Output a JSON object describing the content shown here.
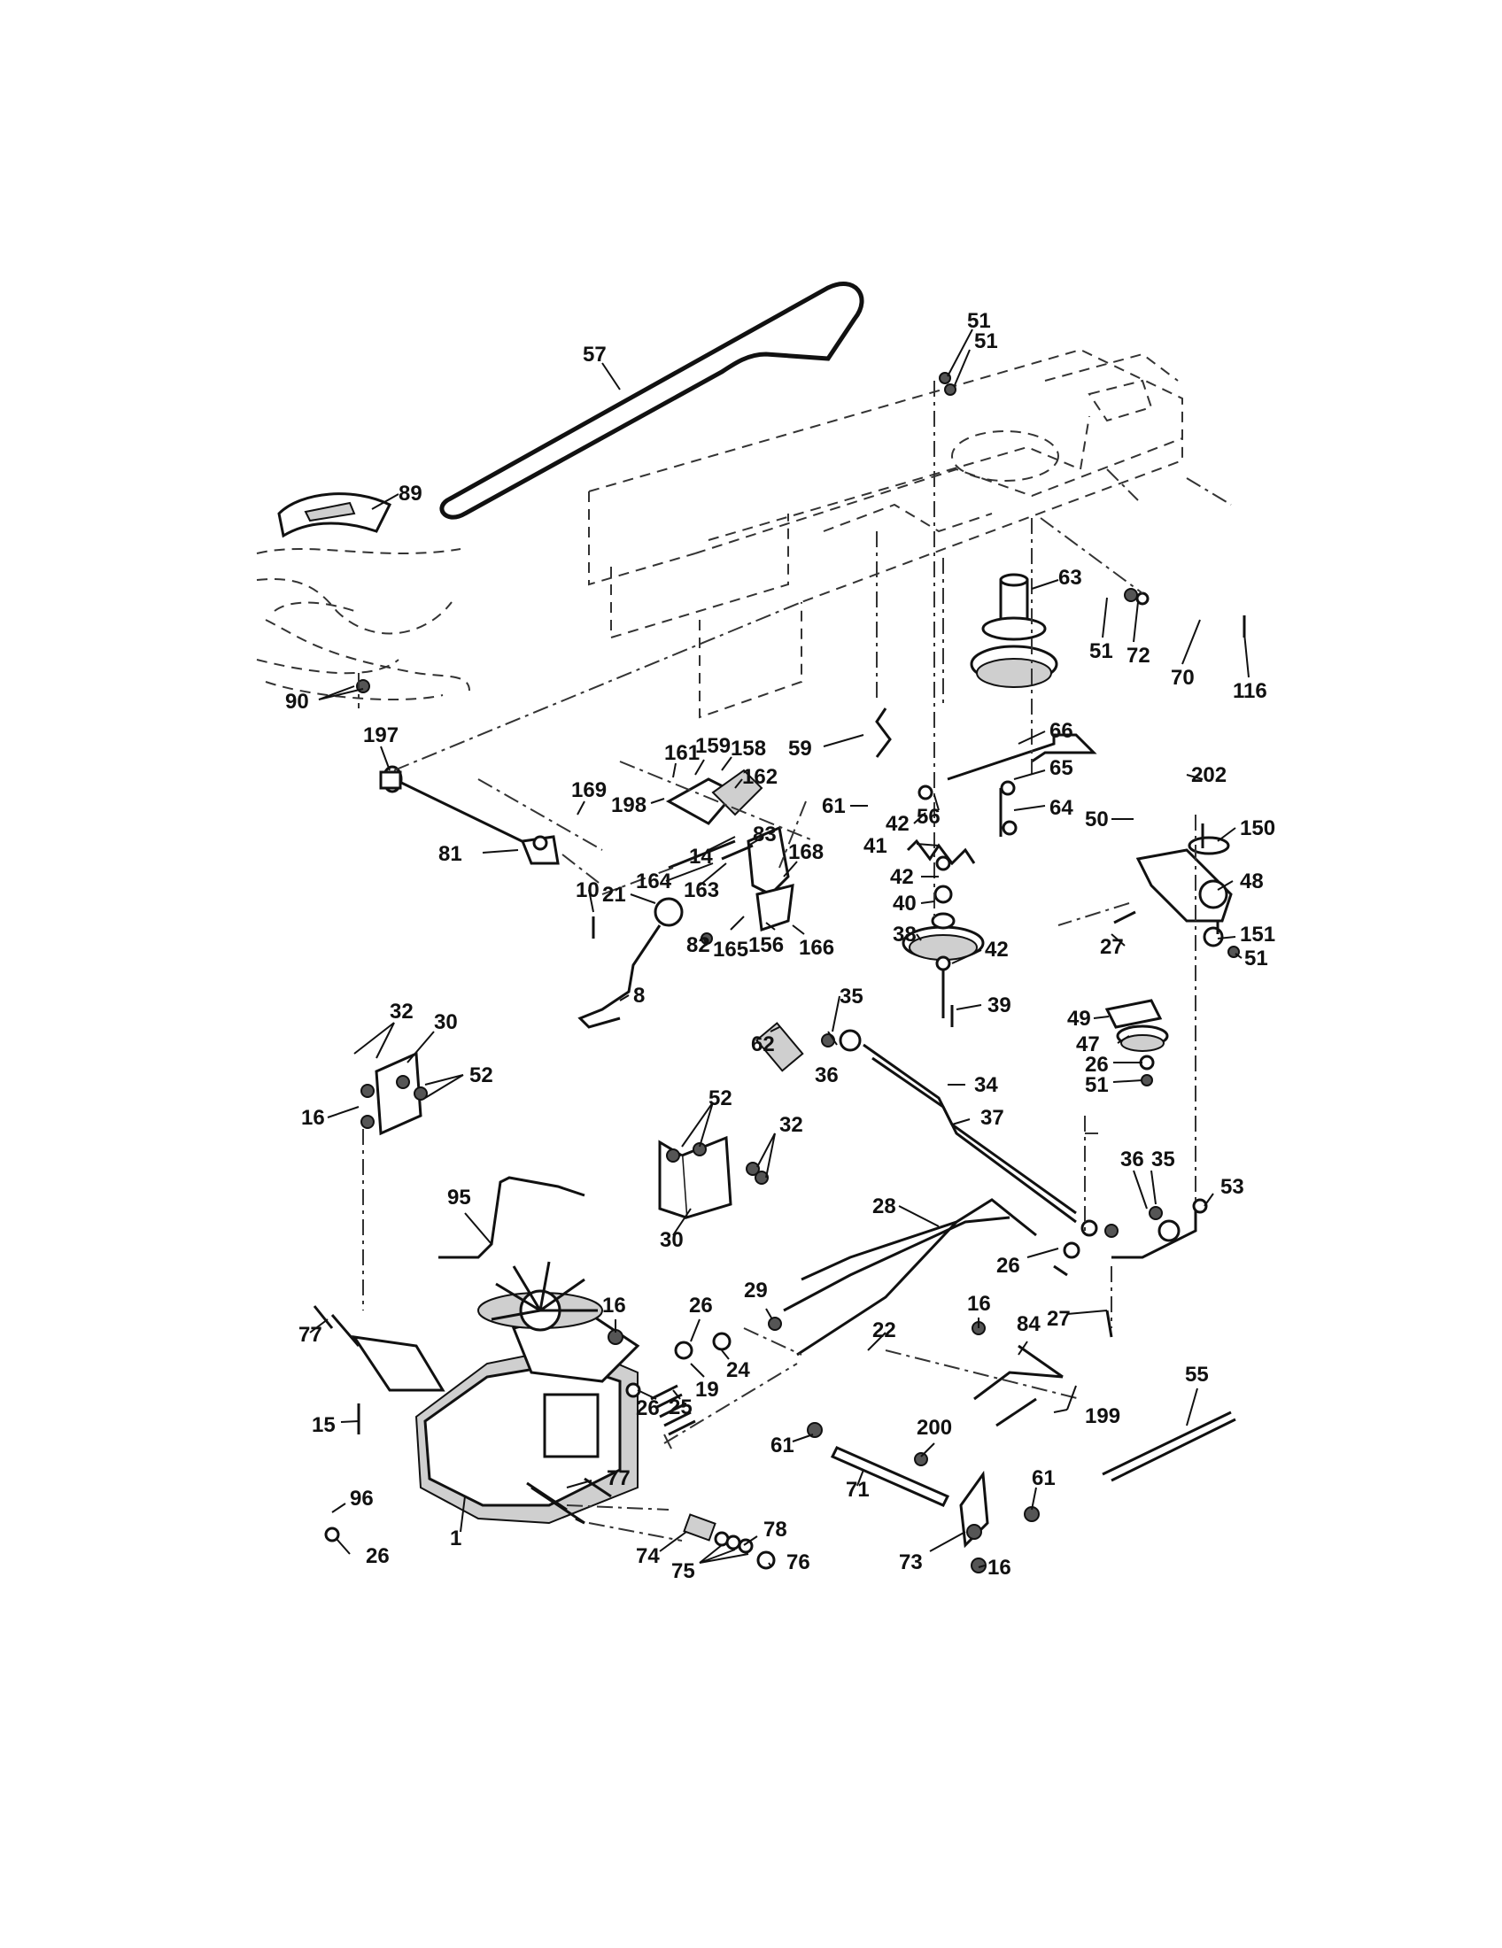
{
  "labels": {
    "l57": "57",
    "l51a": "51",
    "l51b": "51",
    "l89": "89",
    "l90": "90",
    "l63": "63",
    "l51c": "51",
    "l72": "72",
    "l70": "70",
    "l116": "116",
    "l197": "197",
    "l161": "161",
    "l159": "159",
    "l158": "158",
    "l169": "169",
    "l162": "162",
    "l198": "198",
    "l59": "59",
    "l66": "66",
    "l42a": "42",
    "l65": "65",
    "l202": "202",
    "l61a": "61",
    "l56": "56",
    "l64": "64",
    "l50": "50",
    "l150": "150",
    "l81": "81",
    "l14": "14",
    "l83": "83",
    "l41": "41",
    "l164": "164",
    "l163": "163",
    "l168": "168",
    "l42b": "42",
    "l48": "48",
    "l21": "21",
    "l40": "40",
    "l10": "10",
    "l82": "82",
    "l165": "165",
    "l156": "156",
    "l166": "166",
    "l38": "38",
    "l42c": "42",
    "l27a": "27",
    "l151": "151",
    "l51d": "51",
    "l8": "8",
    "l49": "49",
    "l39": "39",
    "l32a": "32",
    "l35a": "35",
    "l47": "47",
    "l30a": "30",
    "l62": "62",
    "l26a": "26",
    "l36a": "36",
    "l51e": "51",
    "l52a": "52",
    "l16a": "16",
    "l34": "34",
    "l52b": "52",
    "l37": "37",
    "l32b": "32",
    "l36b": "36",
    "l35b": "35",
    "l95": "95",
    "l53": "53",
    "l28": "28",
    "l30b": "30",
    "l26b": "26",
    "l29": "29",
    "l16b": "16",
    "l26c": "26",
    "l27b": "27",
    "l16c": "16",
    "l77a": "77",
    "l22": "22",
    "l84": "84",
    "l24": "24",
    "l19": "19",
    "l26d": "26",
    "l25": "25",
    "l55": "55",
    "l199": "199",
    "l15": "15",
    "l200": "200",
    "l61b": "61",
    "l71": "71",
    "l61c": "61",
    "l77b": "77",
    "l96": "96",
    "l78": "78",
    "l1": "1",
    "l26e": "26",
    "l74": "74",
    "l75": "75",
    "l76": "76",
    "l73": "73",
    "l16d": "16"
  }
}
